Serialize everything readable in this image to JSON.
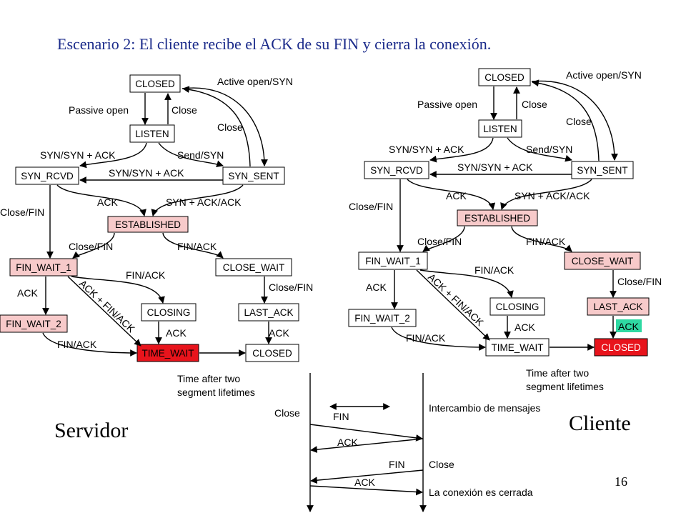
{
  "title": "Escenario 2: El cliente recibe el ACK de su FIN y cierra la conexión.",
  "page_number": "16",
  "colors": {
    "title": "#1a2a8a",
    "state_default": "#ffffff",
    "state_highlight": "#f7caca",
    "state_active": "#e8141c",
    "ack_highlight": "#2ed9a2"
  },
  "servidor": {
    "label": "Servidor",
    "states": {
      "closed_top": "CLOSED",
      "listen": "LISTEN",
      "syn_rcvd": "SYN_RCVD",
      "syn_sent": "SYN_SENT",
      "established": "ESTABLISHED",
      "fin_wait_1": "FIN_WAIT_1",
      "close_wait": "CLOSE_WAIT",
      "fin_wait_2": "FIN_WAIT_2",
      "closing": "CLOSING",
      "last_ack": "LAST_ACK",
      "time_wait": "TIME_WAIT",
      "closed_bottom": "CLOSED"
    },
    "labels": {
      "active_open": "Active open/SYN",
      "passive_open": "Passive open",
      "close_1": "Close",
      "close_2": "Close",
      "syn_syn_ack_1": "SYN/SYN + ACK",
      "send_syn": "Send/SYN",
      "syn_syn_ack_2": "SYN/SYN + ACK",
      "ack": "ACK",
      "syn_ack_ack": "SYN + ACK/ACK",
      "close_fin_left": "Close/FIN",
      "close_fin": "Close/FIN",
      "fin_ack": "FIN/ACK",
      "fin_ack_mid": "FIN/ACK",
      "close_fin_right": "Close/FIN",
      "ack_left": "ACK",
      "ack_fin_ack": "ACK + FIN/ACK",
      "ack_closing": "ACK",
      "ack_last": "ACK",
      "fin_ack_bottom": "FIN/ACK",
      "time_after": "Time after two",
      "segment_lifetimes": "segment lifetimes"
    }
  },
  "cliente": {
    "label": "Cliente",
    "states": {
      "closed_top": "CLOSED",
      "listen": "LISTEN",
      "syn_rcvd": "SYN_RCVD",
      "syn_sent": "SYN_SENT",
      "established": "ESTABLISHED",
      "fin_wait_1": "FIN_WAIT_1",
      "close_wait": "CLOSE_WAIT",
      "fin_wait_2": "FIN_WAIT_2",
      "closing": "CLOSING",
      "last_ack": "LAST_ACK",
      "time_wait": "TIME_WAIT",
      "closed_bottom": "CLOSED"
    },
    "labels": {
      "active_open": "Active open/SYN",
      "passive_open": "Passive open",
      "close_1": "Close",
      "close_2": "Close",
      "syn_syn_ack_1": "SYN/SYN + ACK",
      "send_syn": "Send/SYN",
      "syn_syn_ack_2": "SYN/SYN + ACK",
      "ack": "ACK",
      "syn_ack_ack": "SYN + ACK/ACK",
      "close_fin_left": "Close/FIN",
      "close_fin": "Close/FIN",
      "fin_ack": "FIN/ACK",
      "fin_ack_mid": "FIN/ACK",
      "close_fin_right": "Close/FIN",
      "ack_left": "ACK",
      "ack_fin_ack": "ACK + FIN/ACK",
      "ack_closing": "ACK",
      "ack_last": "ACK",
      "fin_ack_bottom": "FIN/ACK",
      "time_after": "Time after two",
      "segment_lifetimes": "segment lifetimes"
    }
  },
  "exchange": {
    "close_left": "Close",
    "fin_1": "FIN",
    "ack_1": "ACK",
    "intercambio": "Intercambio de mensajes",
    "fin_2": "FIN",
    "close_right": "Close",
    "ack_2": "ACK",
    "conexion_cerrada": "La conexión es cerrada"
  }
}
